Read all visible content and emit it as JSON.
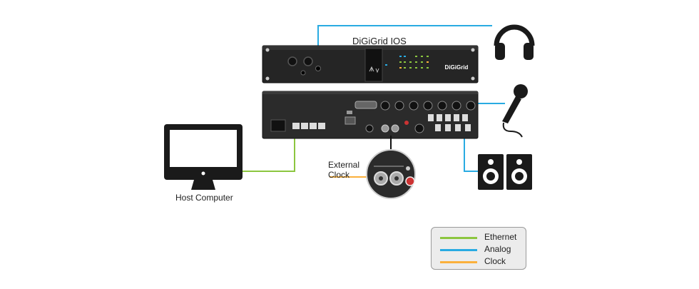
{
  "title": "DiGiGrid IOS",
  "labels": {
    "host_computer": "Host Computer",
    "external_clock_line1": "External",
    "external_clock_line2": "Clock",
    "front_brand": "DiGiGrid"
  },
  "legend": [
    {
      "label": "Ethernet",
      "color": "#8cc63f"
    },
    {
      "label": "Analog",
      "color": "#29abe2"
    },
    {
      "label": "Clock",
      "color": "#fbb03b"
    }
  ],
  "colors": {
    "ethernet": "#8cc63f",
    "analog": "#29abe2",
    "clock": "#fbb03b",
    "device": "#2b2b2b",
    "icon": "#1a1a1a"
  },
  "icons": [
    "headphones-icon",
    "microphone-icon",
    "speaker-icon",
    "computer-icon"
  ]
}
